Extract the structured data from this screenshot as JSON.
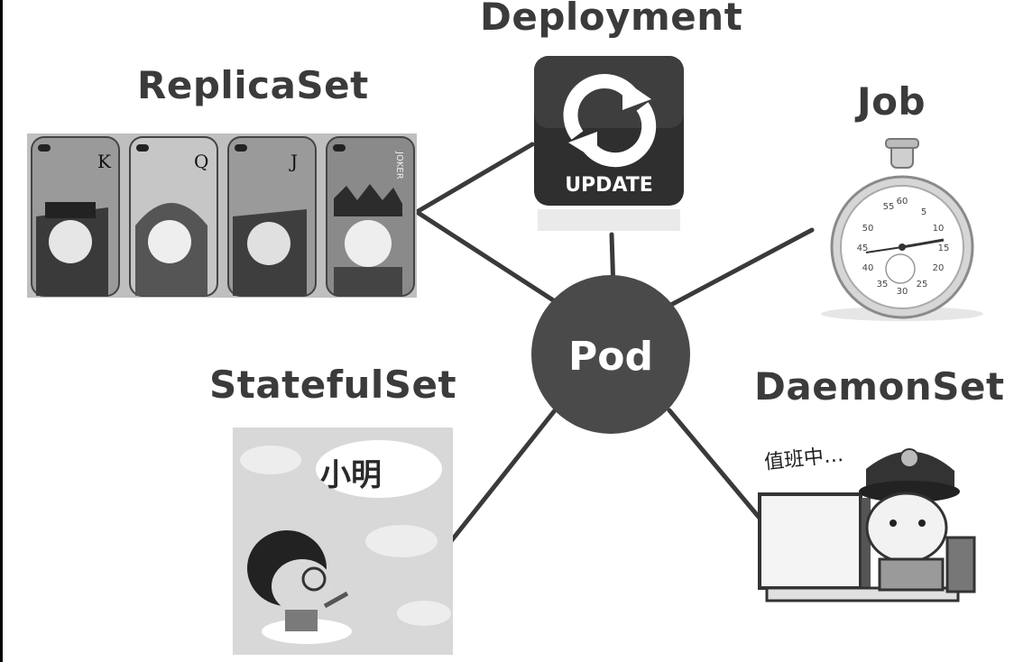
{
  "center": {
    "label": "Pod"
  },
  "nodes": {
    "deployment": {
      "label": "Deployment",
      "icon": "update-icon",
      "icon_text": "UPDATE"
    },
    "replicaset": {
      "label": "ReplicaSet",
      "icon": "playing-cards-icon",
      "cards": [
        "K",
        "Q",
        "J",
        "JOKER"
      ]
    },
    "job": {
      "label": "Job",
      "icon": "stopwatch-icon",
      "dial": [
        "55",
        "60",
        "5",
        "50",
        "10",
        "45",
        "15",
        "40",
        "20",
        "35",
        "30",
        "25"
      ]
    },
    "statefulset": {
      "label": "StatefulSet",
      "icon": "cartoon-boy-icon",
      "sign_text": "小明"
    },
    "daemonset": {
      "label": "DaemonSet",
      "icon": "guard-at-computer-icon",
      "caption": "值班中…"
    }
  },
  "colors": {
    "pod": "#4a4a4a",
    "line": "#3a3a3a",
    "text": "#3b3b3b"
  }
}
